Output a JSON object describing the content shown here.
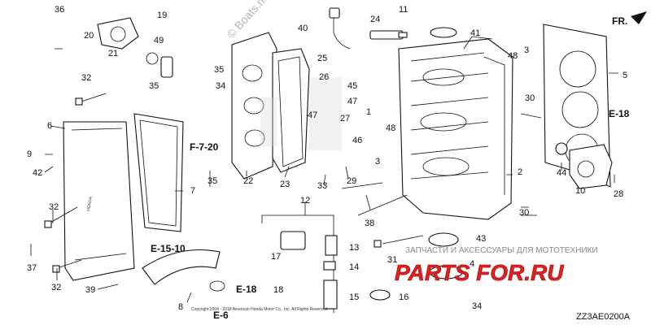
{
  "diagram": {
    "direction_label": "FR.",
    "catalog_code": "ZZ3AE0200A",
    "watermark": "© Boats.net",
    "banner": {
      "line1": "ЗАПЧАСТИ И АКСЕССУАРЫ ДЛЯ МОТОТЕХНИКИ",
      "line2": "PARTS FOR.RU"
    },
    "footer_notice": "Copyright 2004 - 2018 American Honda Motor Co., Inc. All Rights Reserved.",
    "callouts": [
      "1",
      "2",
      "3",
      "4",
      "5",
      "6",
      "7",
      "8",
      "9",
      "10",
      "11",
      "12",
      "13",
      "14",
      "15",
      "16",
      "17",
      "18",
      "19",
      "20",
      "21",
      "22",
      "23",
      "24",
      "25",
      "26",
      "27",
      "28",
      "29",
      "30",
      "31",
      "32",
      "33",
      "34",
      "35",
      "36",
      "37",
      "38",
      "39",
      "40",
      "41",
      "42",
      "43",
      "44",
      "45",
      "46",
      "47",
      "48",
      "49"
    ],
    "refs": [
      "F-7-20",
      "E-18",
      "E-15-10",
      "E-18",
      "E-6"
    ]
  }
}
